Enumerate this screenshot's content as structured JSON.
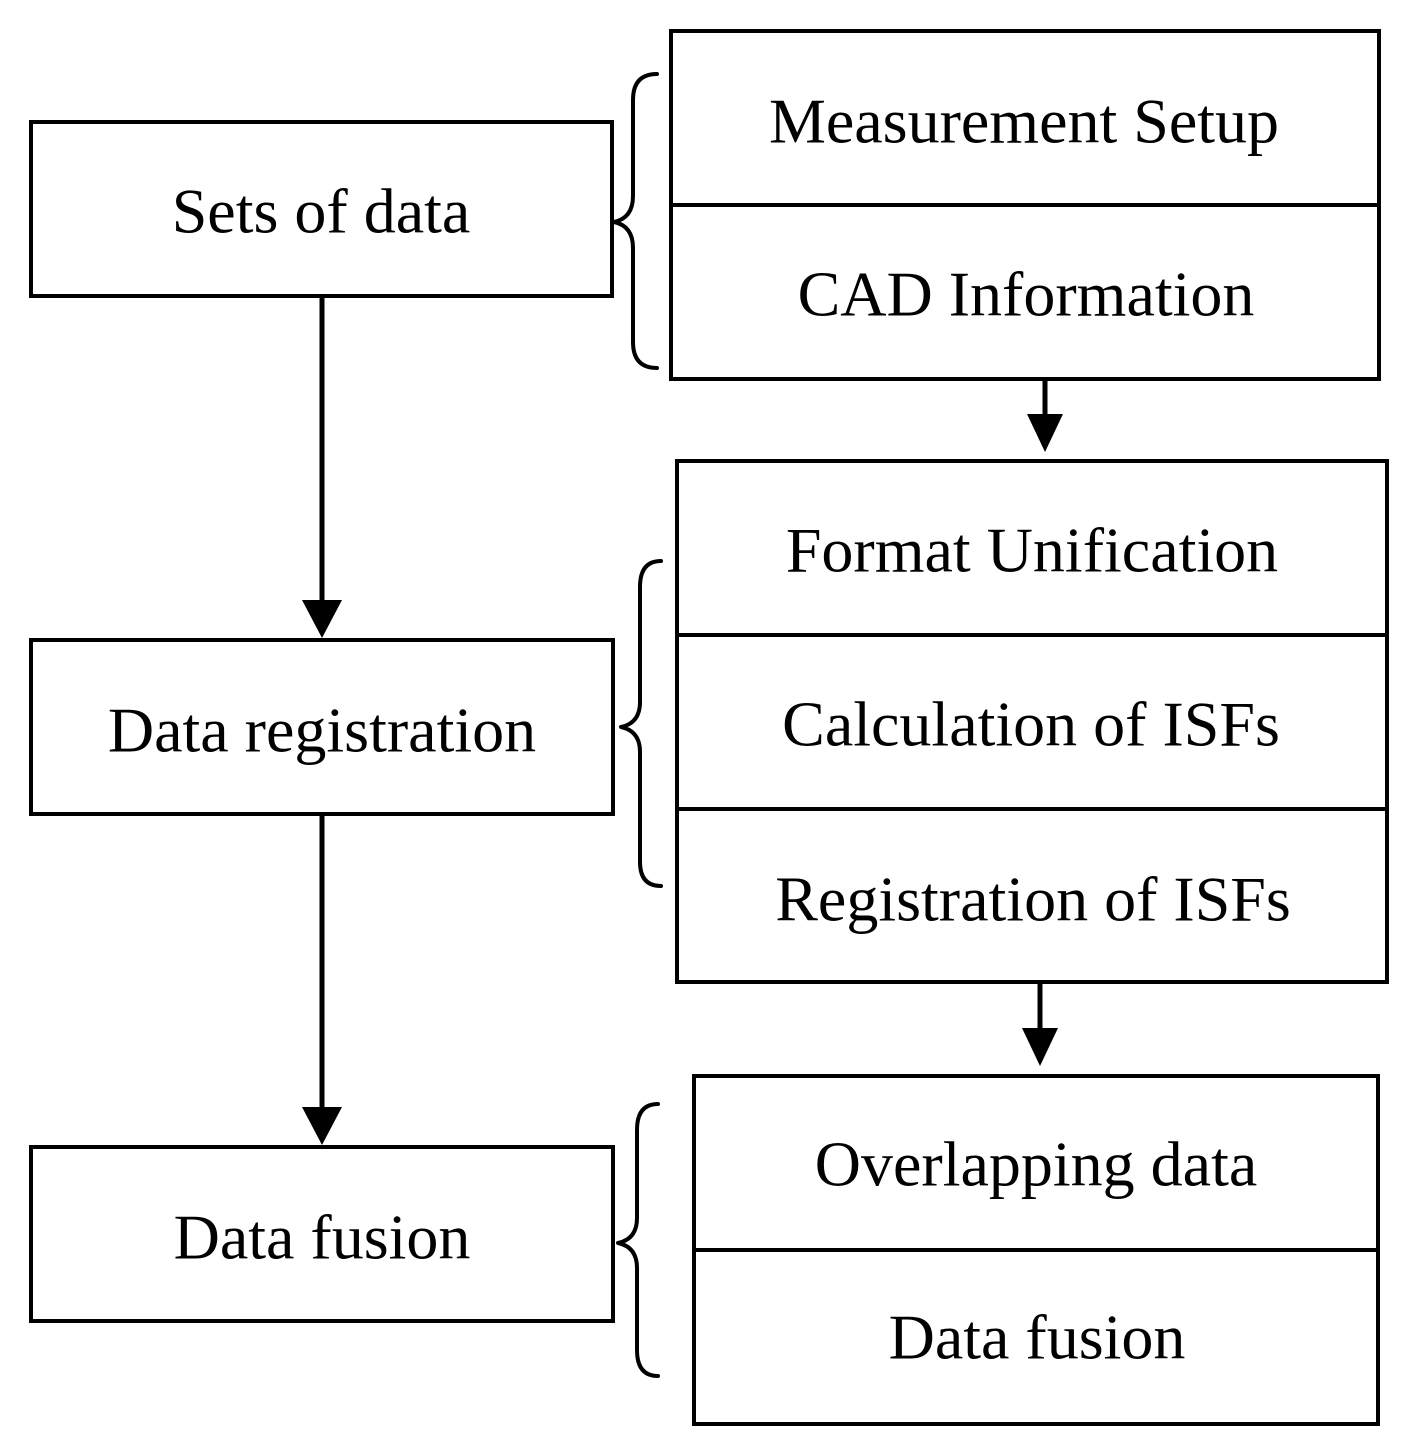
{
  "diagram": {
    "steps": [
      {
        "label": "Sets of data",
        "details": [
          "Measurement Setup",
          "CAD Information"
        ]
      },
      {
        "label": "Data registration",
        "details": [
          "Format Unification",
          "Calculation of ISFs",
          "Registration of ISFs"
        ]
      },
      {
        "label": "Data fusion",
        "details": [
          "Overlapping data",
          "Data fusion"
        ]
      }
    ]
  }
}
